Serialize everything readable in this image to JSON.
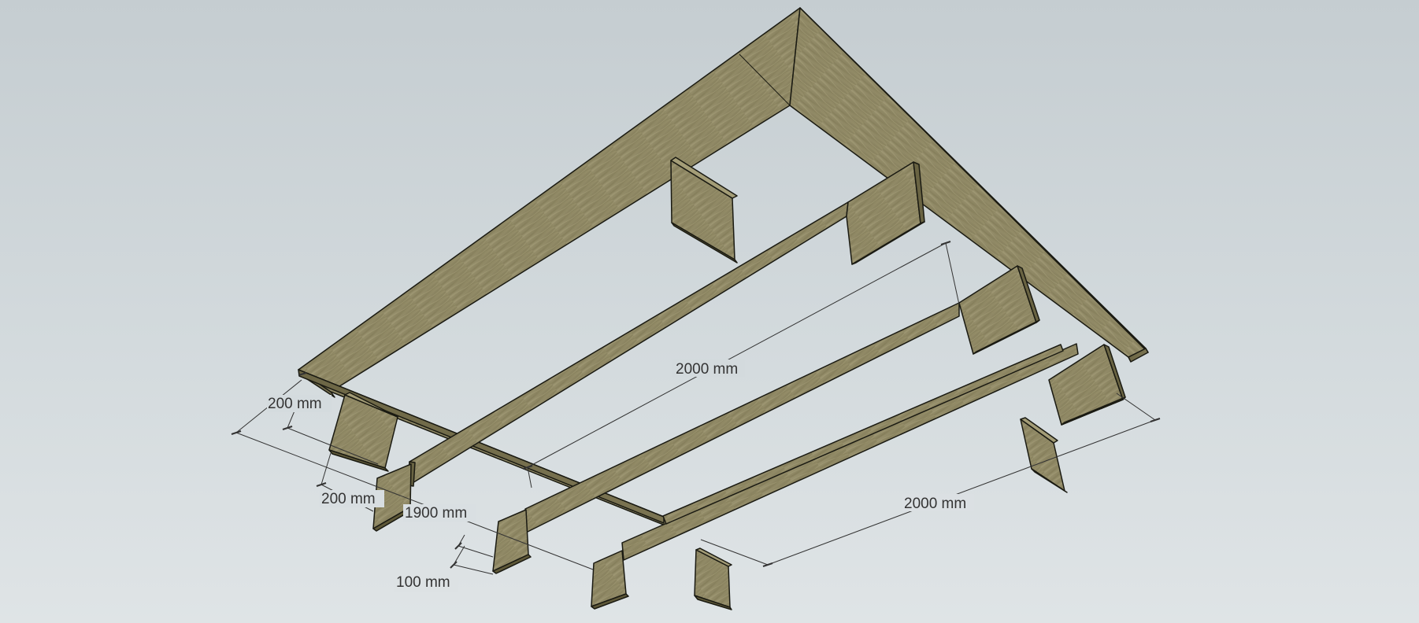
{
  "model": {
    "wood_color": "#8c8560",
    "wood_light": "#a49d77",
    "wood_dark": "#5e5838",
    "edge_color": "#1a1a12"
  },
  "dimensions": {
    "long_span": "2000 mm",
    "front_span": "2000 mm",
    "depth": "1900 mm",
    "beam_width_top": "200 mm",
    "beam_width_lower": "200 mm",
    "beam_thickness": "100 mm"
  }
}
